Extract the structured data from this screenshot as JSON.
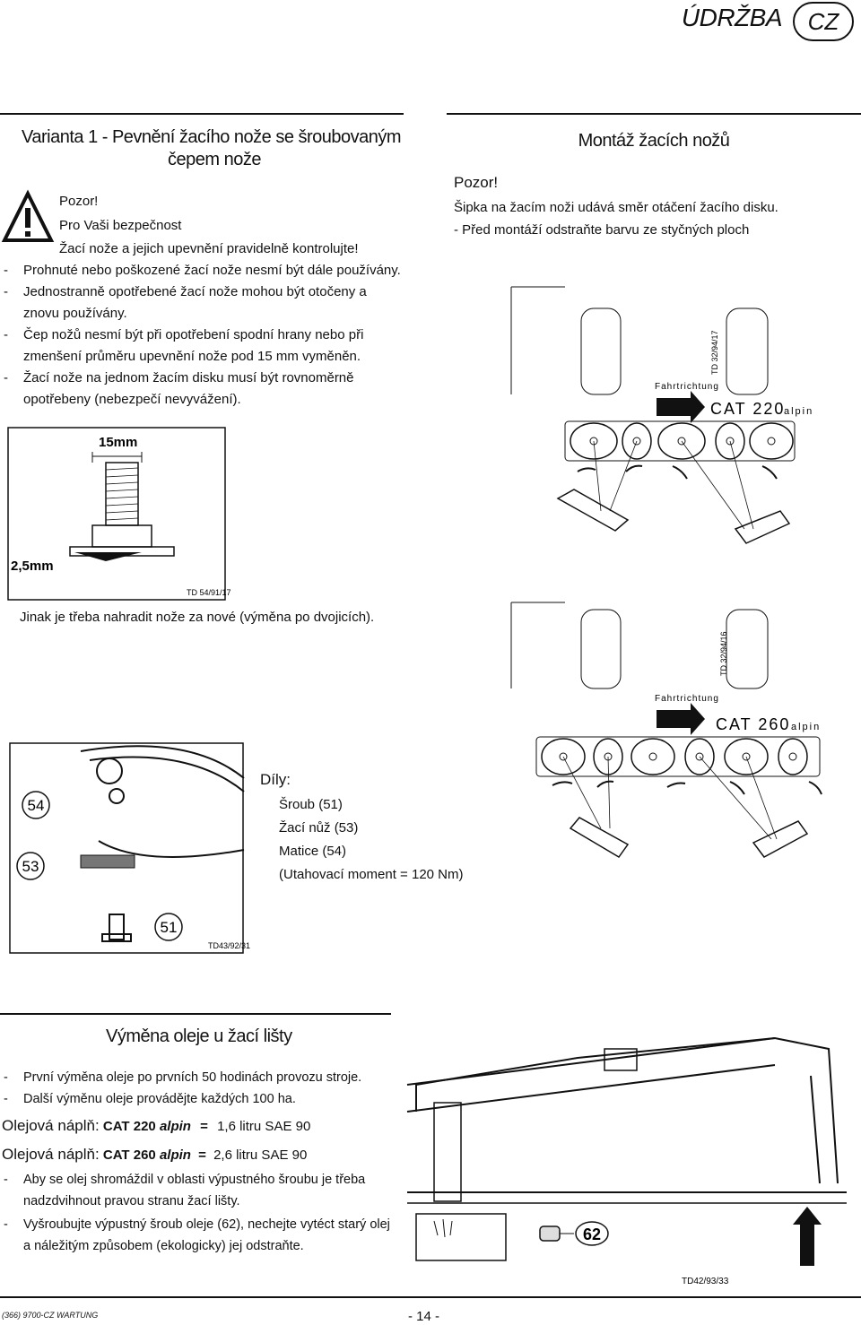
{
  "header": {
    "title": "ÚDRŽBA",
    "lang_badge": "CZ"
  },
  "variant_section": {
    "title_line1": "Varianta 1 - Pevnění žacího nože se šroubovaným",
    "title_line2": "čepem nože",
    "warning": {
      "label": "Pozor!",
      "line2": "Pro Vaši bezpečnost",
      "line3": "Žací nože a jejich upevnění pravidelně kontrolujte!"
    },
    "bullets": [
      "Prohnuté nebo poškozené žací nože nesmí být dále používány.",
      "Jednostranně opotřebené žací nože mohou být otočeny a znovu používány.",
      "Čep nožů nesmí být při opotřebení spodní hrany nebo při zmenšení průměru upevnění nože pod 15 mm vyměněn.",
      "Žací nože na jednom žacím disku musí být rovnoměrně opotřebeny (nebezpečí nevyvážení)."
    ],
    "figure_labels": {
      "width": "15mm",
      "thickness": "2,5mm",
      "code": "TD 54/91/17"
    },
    "replace_note": "Jinak je třeba nahradit nože za nové (výměna po dvojicích)."
  },
  "assembly_section": {
    "title": "Montáž žacích nožů",
    "pozor": "Pozor!",
    "line1": "Šipka na žacím noži udává směr otáčení žacího disku.",
    "line2": "- Před montáží odstraňte barvu ze styčných ploch",
    "diagram1": {
      "direction": "Fahrtrichtung",
      "model": "CAT 220",
      "variant": "alpin",
      "code": "TD 32/94/17"
    },
    "diagram2": {
      "direction": "Fahrtrichtung",
      "model": "CAT 260",
      "variant": "alpin",
      "code": "TD 32/94/16"
    }
  },
  "parts": {
    "title": "Díly:",
    "items": [
      "Šroub (51)",
      "Žací nůž (53)",
      "Matice (54)",
      "(Utahovací moment = 120 Nm)"
    ],
    "callouts": [
      "54",
      "53",
      "51"
    ],
    "code": "TD43/92/31"
  },
  "oil_section": {
    "title": "Výměna oleje u žací lišty",
    "bullet1": "První výměna oleje po prvních 50 hodinách provozu stroje.",
    "bullet2": "Další výměnu oleje provádějte každých 100 ha.",
    "fill1": {
      "label": "Olejová náplň:",
      "model": "CAT 220",
      "variant": "alpin",
      "eq": "=",
      "value": "1,6 litru SAE 90"
    },
    "fill2": {
      "label": "Olejová náplň:",
      "model": "CAT 260",
      "variant": "alpin",
      "eq": "=",
      "value": "2,6 litru SAE 90"
    },
    "bullet3": "Aby se olej shromáždil v oblasti výpustného šroubu je třeba nadzdvihnout pravou stranu žací lišty.",
    "bullet4": "Vyšroubujte výpustný šroub oleje (62), nechejte vytéct starý olej a náležitým způsobem (ekologicky) jej odstraňte.",
    "callout": "62",
    "code": "TD42/93/33"
  },
  "footer": {
    "code": "(366) 9700-CZ WARTUNG",
    "page": "- 14 -"
  }
}
